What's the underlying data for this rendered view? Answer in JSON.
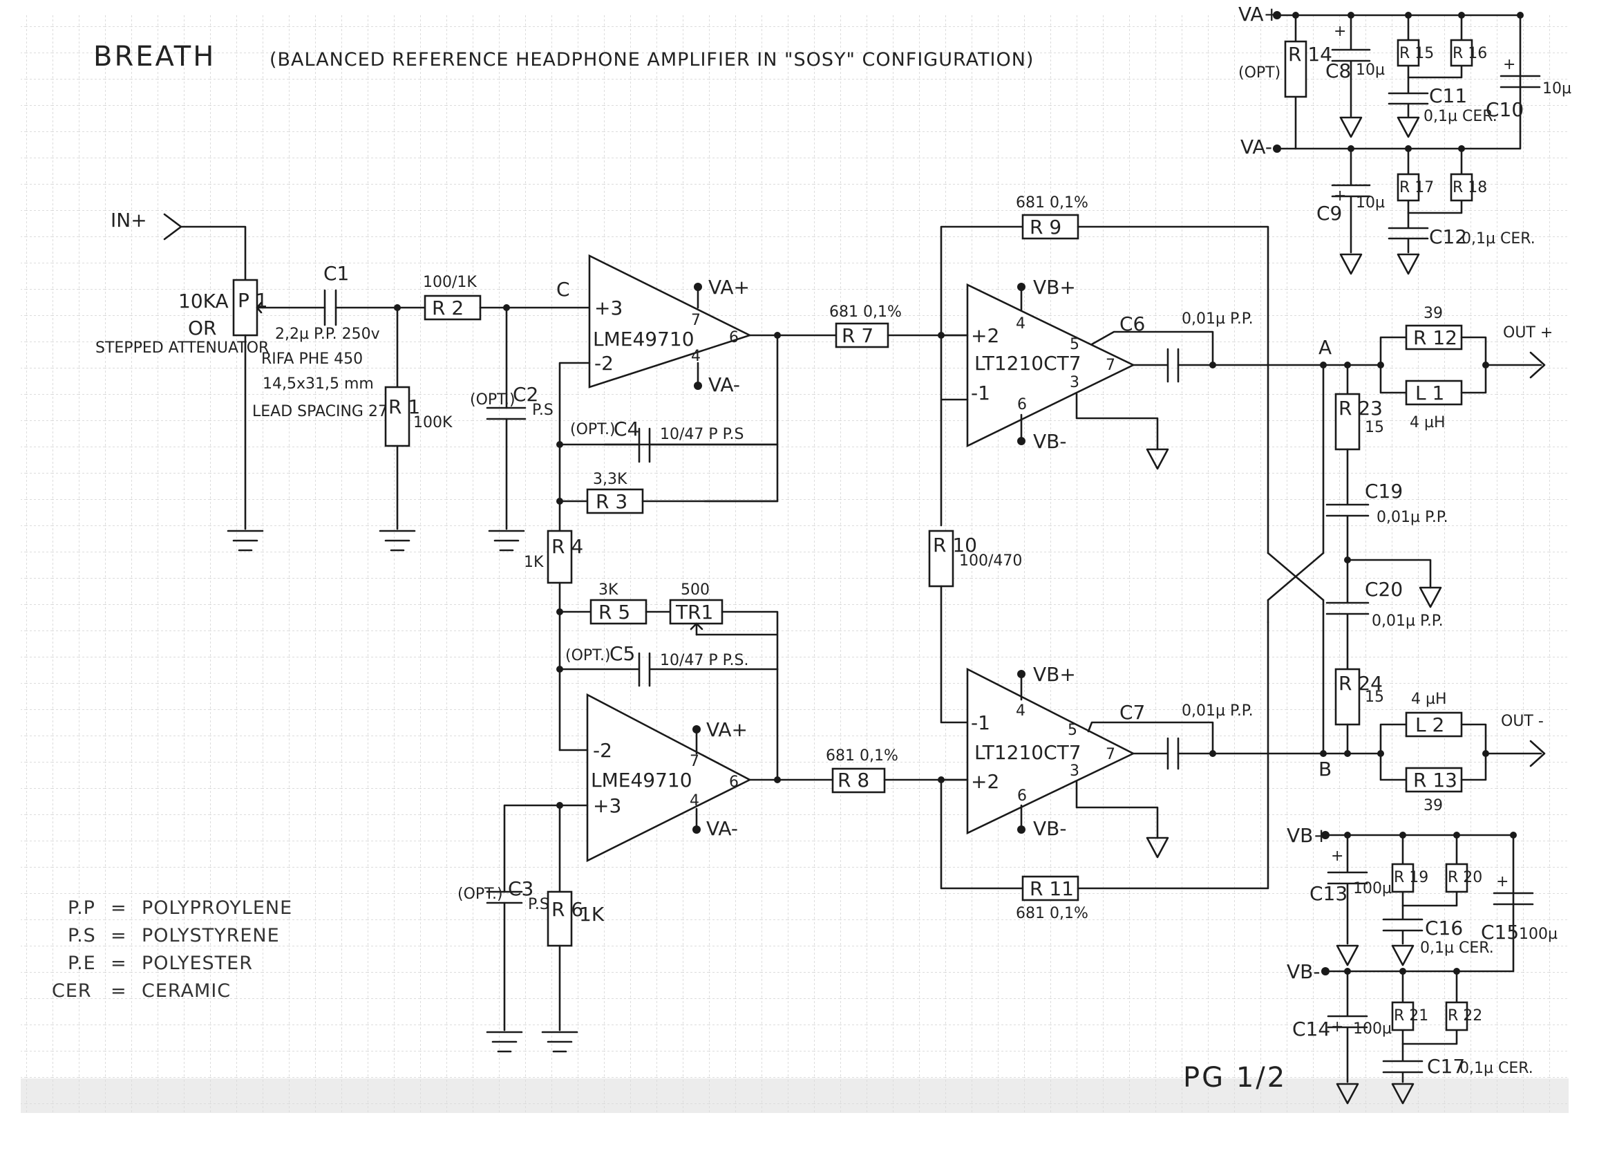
{
  "title": "BREATH",
  "subtitle": "(BALANCED REFERENCE HEADPHONE AMPLIFIER IN \"SOSY\" CONFIGURATION)",
  "page_label": "PG 1/2",
  "legend": [
    {
      "abbr": "P.P",
      "meaning": "POLYPROYLENE"
    },
    {
      "abbr": "P.S",
      "meaning": "POLYSTYRENE"
    },
    {
      "abbr": "P.E",
      "meaning": "POLYESTER"
    },
    {
      "abbr": "CER",
      "meaning": "CERAMIC"
    }
  ],
  "io": {
    "in_plus": "IN+",
    "out_plus": "OUT +",
    "out_minus": "OUT -",
    "node_a": "A",
    "node_b": "B",
    "node_c": "C"
  },
  "rails": {
    "va_plus": "VA+",
    "va_minus": "VA-",
    "vb_plus": "VB+",
    "vb_minus": "VB-"
  },
  "opamps": {
    "u1": {
      "part": "LME49710",
      "pin_plus": "+3",
      "pin_minus": "-2",
      "pin_out": "6",
      "pin_vp": "7",
      "pin_vn": "4"
    },
    "u2": {
      "part": "LME49710",
      "pin_plus": "+3",
      "pin_minus": "-2",
      "pin_out": "6",
      "pin_vp": "7",
      "pin_vn": "4"
    },
    "u3": {
      "part": "LT1210CT7",
      "pin_plus": "+2",
      "pin_minus": "-1",
      "pin_out": "7",
      "pin_vp": "4",
      "pin_vn": "6",
      "pin_5": "5",
      "pin_3": "3"
    },
    "u4": {
      "part": "LT1210CT7",
      "pin_plus": "+2",
      "pin_minus": "-1",
      "pin_out": "7",
      "pin_vp": "4",
      "pin_vn": "6",
      "pin_5": "5",
      "pin_3": "3"
    }
  },
  "components": {
    "P1": {
      "label": "P 1",
      "value": "10KA",
      "note_or": "OR",
      "note_alt": "STEPPED ATTENUATOR"
    },
    "C1": {
      "label": "C1",
      "value": "2,2µ P.P. 250v",
      "note1": "RIFA PHE 450",
      "note2": "14,5x31,5 mm",
      "note3": "LEAD SPACING 27,9"
    },
    "R1": {
      "label": "R 1",
      "value": "100K"
    },
    "R2": {
      "label": "R 2",
      "value": "100/1K"
    },
    "C2": {
      "label": "C2",
      "value": "P.S",
      "opt": "(OPT.)"
    },
    "C3": {
      "label": "C3",
      "value": "P.S",
      "opt": "(OPT.)"
    },
    "C4": {
      "label": "C4",
      "value": "10/47 P P.S",
      "opt": "(OPT.)"
    },
    "C5": {
      "label": "C5",
      "value": "10/47 P P.S.",
      "opt": "(OPT.)"
    },
    "R3": {
      "label": "R 3",
      "value": "3,3K"
    },
    "R4": {
      "label": "R 4",
      "value": "1K"
    },
    "R5": {
      "label": "R 5",
      "value": "3K"
    },
    "TR1": {
      "label": "TR1",
      "value": "500"
    },
    "R6": {
      "label": "R 6",
      "value": "1K"
    },
    "R7": {
      "label": "R 7",
      "value": "681 0,1%"
    },
    "R8": {
      "label": "R 8",
      "value": "681 0,1%"
    },
    "R9": {
      "label": "R 9",
      "value": "681 0,1%"
    },
    "R10": {
      "label": "R 10",
      "value": "100/470"
    },
    "R11": {
      "label": "R 11",
      "value": "681 0,1%"
    },
    "C6": {
      "label": "C6",
      "value": "0,01µ P.P."
    },
    "C7": {
      "label": "C7",
      "value": "0,01µ P.P."
    },
    "R12": {
      "label": "R 12",
      "value": "39"
    },
    "R13": {
      "label": "R 13",
      "value": "39"
    },
    "L1": {
      "label": "L 1",
      "value": "4 µH"
    },
    "L2": {
      "label": "L 2",
      "value": "4 µH"
    },
    "R23": {
      "label": "R 23",
      "value": "15"
    },
    "R24": {
      "label": "R 24",
      "value": "15"
    },
    "C19": {
      "label": "C19",
      "value": "0,01µ P.P."
    },
    "C20": {
      "label": "C20",
      "value": "0,01µ P.P."
    },
    "R14": {
      "label": "R 14",
      "opt": "(OPT)"
    },
    "C8": {
      "label": "C8",
      "value": "10µ",
      "pol": "+"
    },
    "C9": {
      "label": "C9",
      "value": "10µ",
      "pol": "+"
    },
    "C10": {
      "label": "C10",
      "value": "10µ",
      "pol": "+"
    },
    "C11": {
      "label": "C11",
      "value": "0,1µ CER."
    },
    "C12": {
      "label": "C12",
      "value": "0,1µ CER."
    },
    "R15": {
      "label": "R 15"
    },
    "R16": {
      "label": "R 16"
    },
    "R17": {
      "label": "R 17"
    },
    "R18": {
      "label": "R 18"
    },
    "C13": {
      "label": "C13",
      "value": "100µ",
      "pol": "+"
    },
    "C14": {
      "label": "C14",
      "value": "100µ",
      "pol": "+"
    },
    "C15": {
      "label": "C15",
      "value": "100µ",
      "pol": "+"
    },
    "C16": {
      "label": "C16",
      "value": "0,1µ CER."
    },
    "C17": {
      "label": "C17",
      "value": "0,1µ CER."
    },
    "R19": {
      "label": "R 19"
    },
    "R20": {
      "label": "R 20"
    },
    "R21": {
      "label": "R 21"
    },
    "R22": {
      "label": "R 22"
    }
  }
}
